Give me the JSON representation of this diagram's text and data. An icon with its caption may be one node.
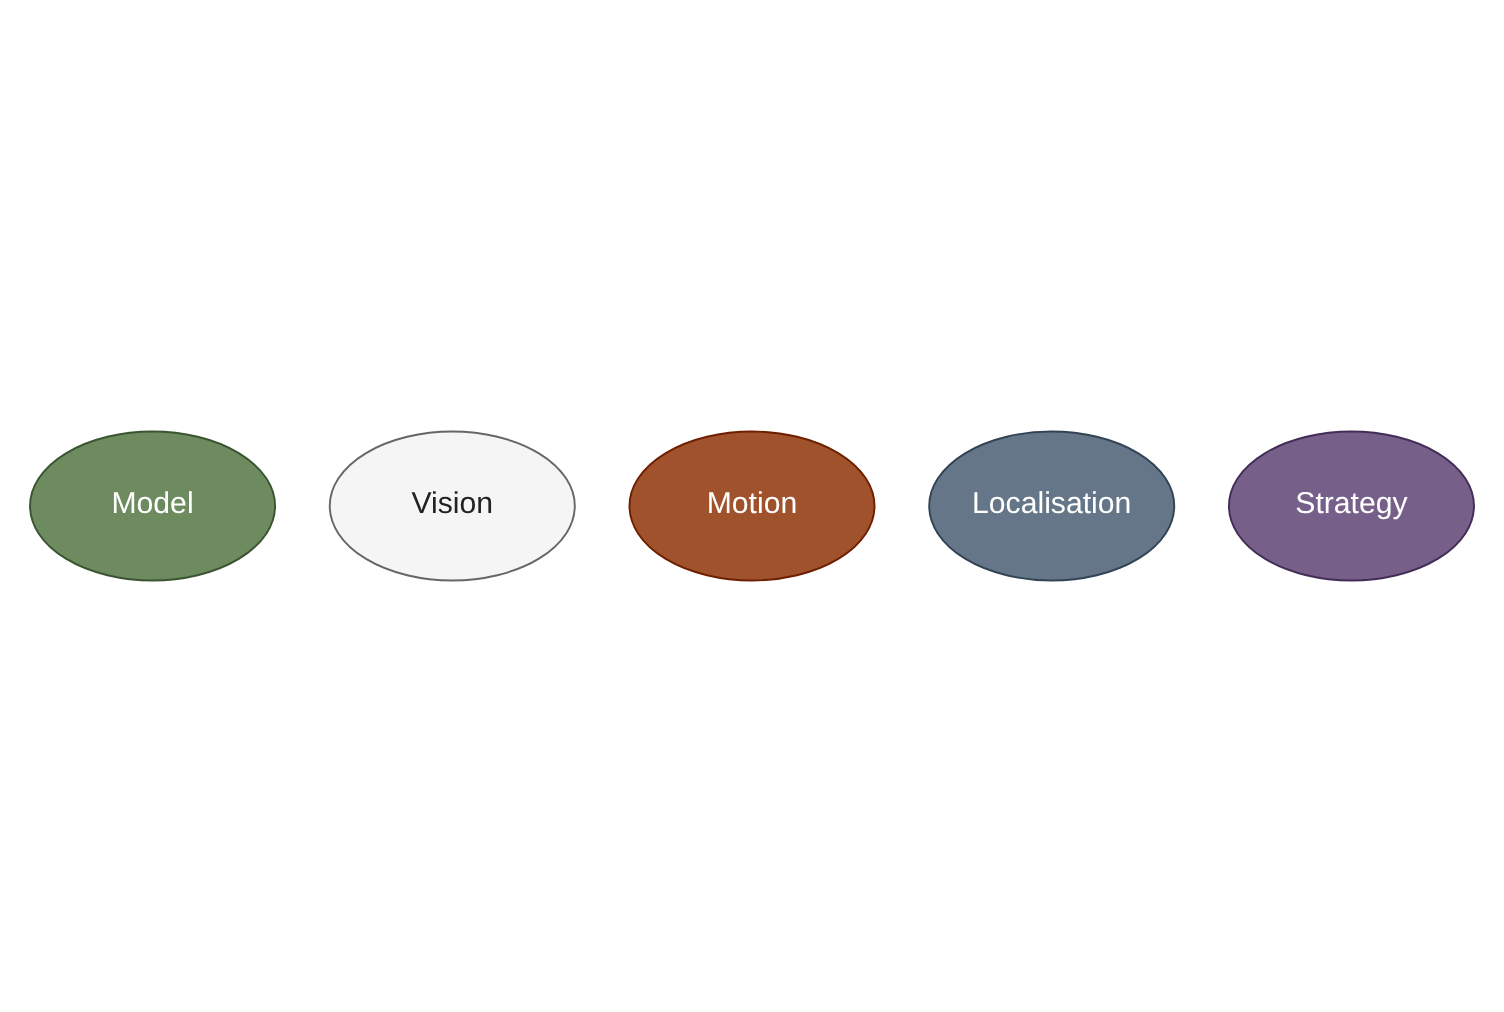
{
  "diagram": {
    "nodes": [
      {
        "text": [
          "Model"
        ]
      },
      {
        "text": [
          "Vision"
        ]
      },
      {
        "text": [
          "Motion"
        ]
      },
      {
        "text": [
          "Localisation"
        ]
      },
      {
        "text": [
          "Strategy"
        ]
      }
    ]
  }
}
